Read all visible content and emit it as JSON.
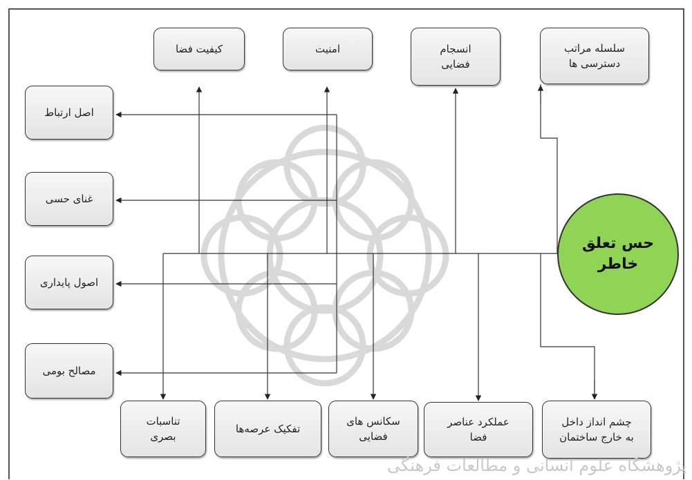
{
  "hub": {
    "label": "حس تعلق\nخاطر",
    "color": "#90d456"
  },
  "top_boxes": [
    {
      "id": "quality",
      "label": "کیفیت فضا"
    },
    {
      "id": "security",
      "label": "امنیت"
    },
    {
      "id": "cohesion",
      "label": "انسجام\nفضایی"
    },
    {
      "id": "hierarchy",
      "label": "سلسله مراتب\nدسترسی ها"
    }
  ],
  "left_boxes": [
    {
      "id": "communication",
      "label": "اصل ارتباط"
    },
    {
      "id": "sensory",
      "label": "غنای حسی"
    },
    {
      "id": "sustainability",
      "label": "اصول پایداری"
    },
    {
      "id": "materials",
      "label": "مصالح بومی"
    }
  ],
  "bottom_boxes": [
    {
      "id": "proportions",
      "label": "تناسبات\nبصری"
    },
    {
      "id": "separation",
      "label": "تفکیک عرصه‌ها"
    },
    {
      "id": "sequence",
      "label": "سکانس های\nفضایی"
    },
    {
      "id": "function",
      "label": "عملکرد عناصر\nفضا"
    },
    {
      "id": "view",
      "label": "چشم انداز داخل\nبه خارج ساختمان"
    }
  ],
  "watermark": "پژوهشگاه علوم انسانی و مطالعات فرهنگی"
}
